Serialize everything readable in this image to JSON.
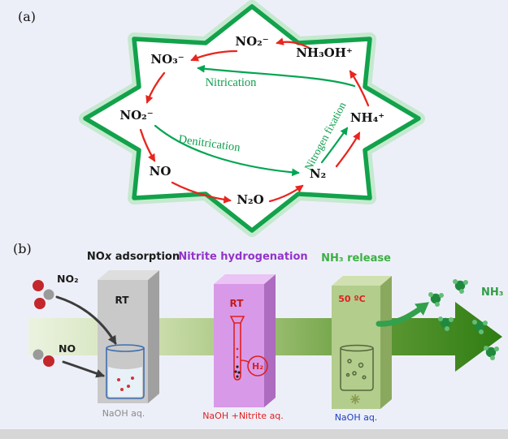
{
  "panel_a": {
    "label": "(a)",
    "species": {
      "no2_top": "NO₂⁻",
      "nh3oh": "NH₃OH⁺",
      "no3": "NO₃⁻",
      "no2_left": "NO₂⁻",
      "no": "NO",
      "n2o": "N₂O",
      "n2": "N₂",
      "nh4": "NH₄⁺"
    },
    "processes": {
      "nitrification": "Nitrication",
      "denitrification": "Denitrication",
      "nitrogen_fixation": "Nitrogen fixation"
    }
  },
  "panel_b": {
    "label": "(b)",
    "stages": [
      {
        "title_no": "NO",
        "title_x": "x",
        "title_rest": " adsorption",
        "temp": "RT",
        "solution": "NaOH aq."
      },
      {
        "title": "Nitrite hydrogenation",
        "temp": "RT",
        "gas": "H₂",
        "solution": "NaOH +Nitrite aq."
      },
      {
        "title": "NH₃ release",
        "temp": "50 ºC",
        "solution": "NaOH aq."
      }
    ],
    "inputs": {
      "no2": "NO₂",
      "no": "NO"
    },
    "output": {
      "nh3": "NH₃"
    }
  },
  "colors": {
    "background": "#edeff8",
    "star_green": "#12a24b",
    "star_glow": "#bde8c8",
    "arrow_red": "#e8261f",
    "arrow_green": "#00a551",
    "flow_light": "#ebf3e0",
    "flow_dark": "#2e7d12",
    "box_gray": "#c9c9c9",
    "box_purple": "#d89ae8",
    "box_green": "#b3cd8c",
    "title_purple": "#9333c9",
    "title_green": "#3cb043",
    "label_red": "#e02020",
    "label_blue": "#1a3fbf",
    "label_gray": "#8a8a8a"
  }
}
